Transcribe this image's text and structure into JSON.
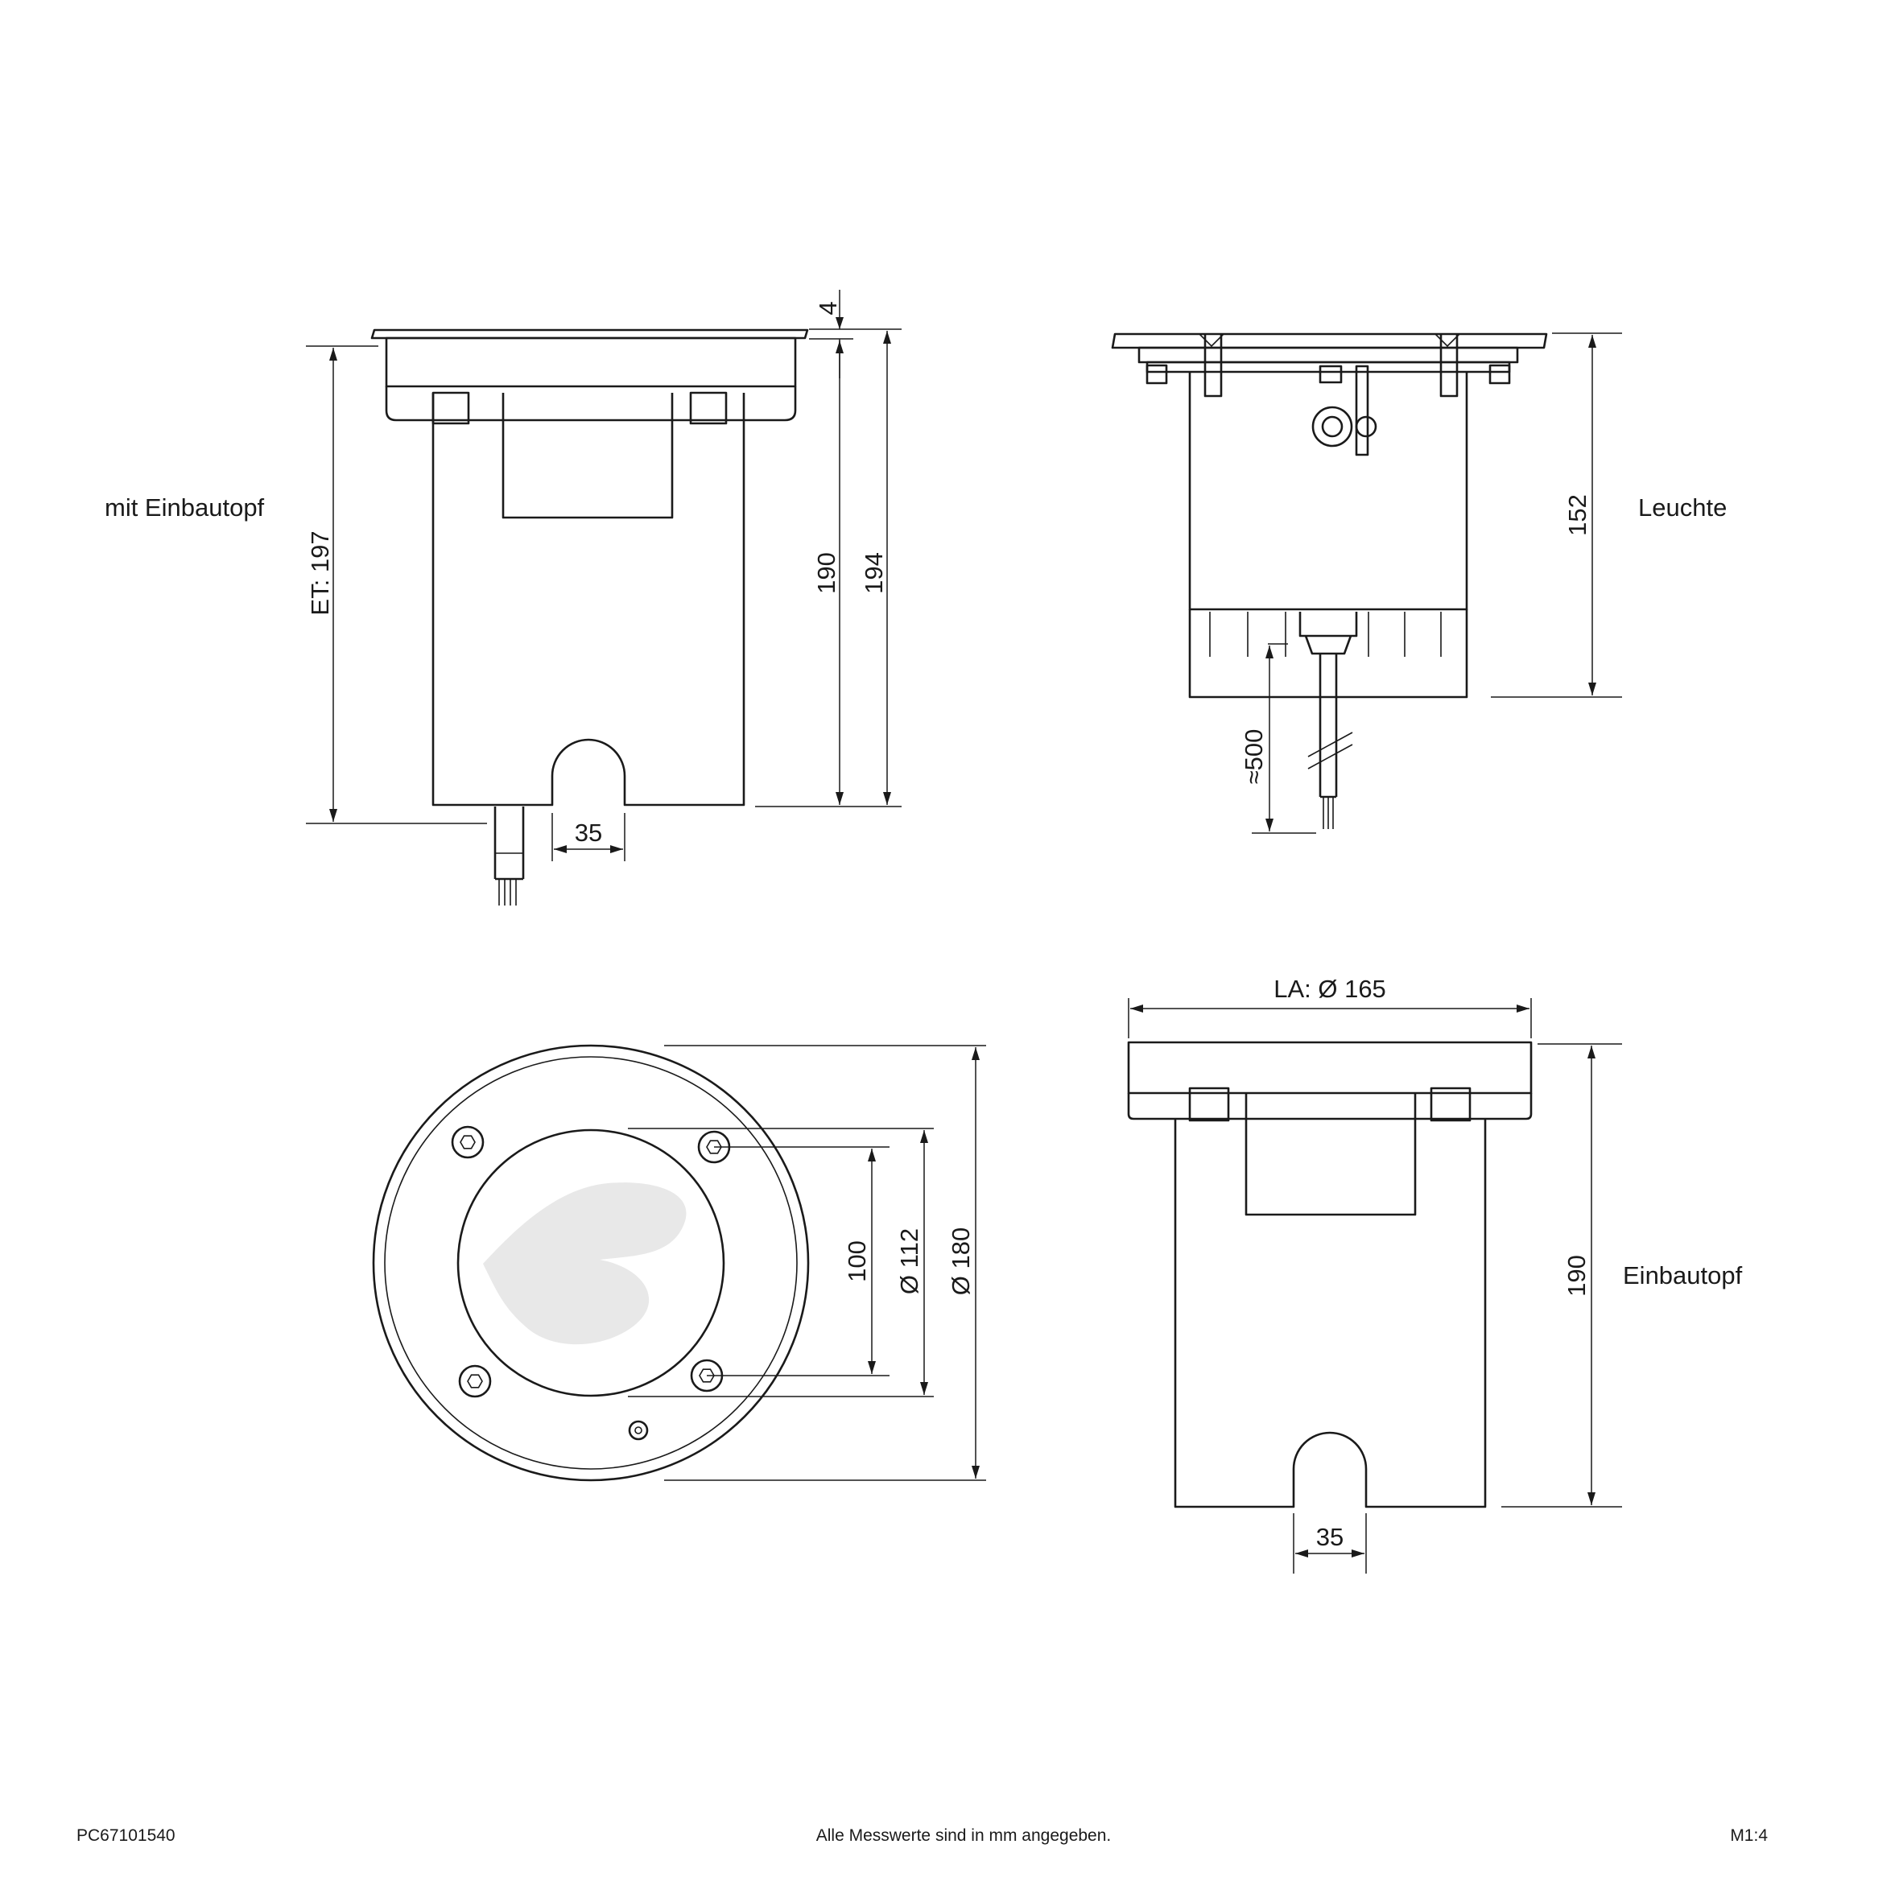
{
  "views": {
    "side_with_box": {
      "caption": "mit Einbautopf",
      "dims": {
        "top_gap": "4",
        "height_a": "190",
        "height_b": "194",
        "install_depth": "ET: 197",
        "notch_width": "35"
      }
    },
    "luminaire": {
      "caption": "Leuchte",
      "dims": {
        "height": "152",
        "cable_length": "≈500"
      }
    },
    "top_view": {
      "dims": {
        "hole_spacing": "100",
        "inner_dia": "Ø 112",
        "outer_dia": "Ø 180"
      }
    },
    "box": {
      "caption": "Einbautopf",
      "dims": {
        "cutout_dia": "LA: Ø 165",
        "height": "190",
        "notch_width": "35"
      }
    }
  },
  "footer": {
    "article_no": "PC67101540",
    "note": "Alle Messwerte sind in mm angegeben.",
    "scale": "M1:4"
  }
}
